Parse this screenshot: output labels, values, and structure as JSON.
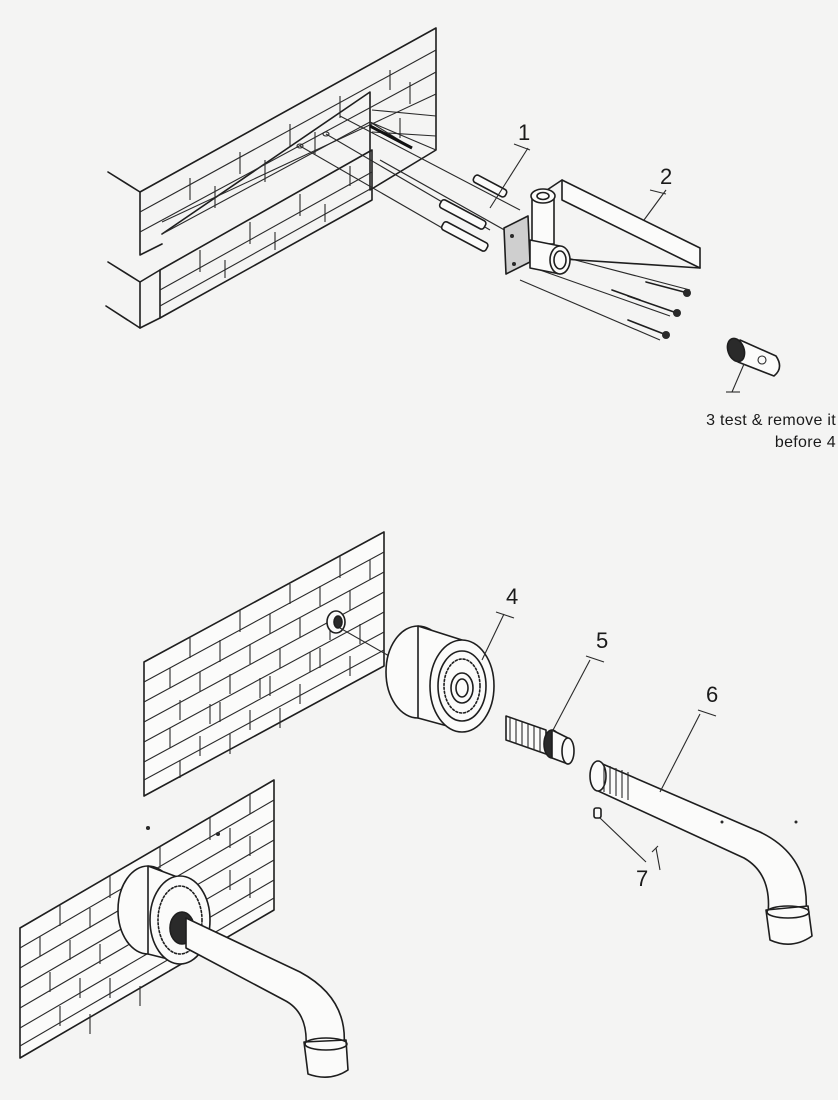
{
  "step_labels": {
    "step1": "1",
    "step2": "2",
    "step4": "4",
    "step5": "5",
    "step6": "6",
    "step7": "7"
  },
  "note": {
    "line1": "3 test & remove it",
    "line2": "before 4"
  }
}
